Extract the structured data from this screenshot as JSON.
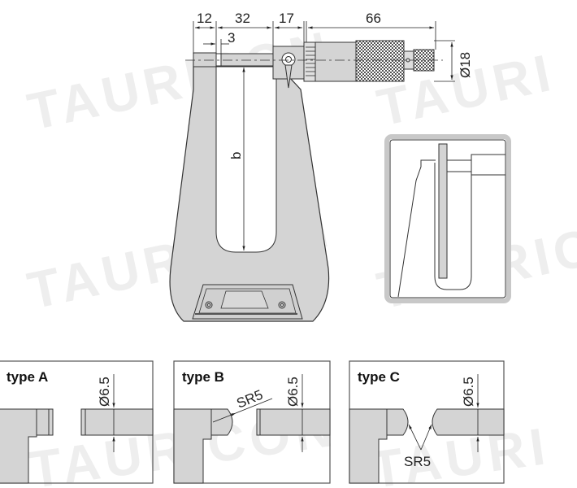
{
  "drawing": {
    "subject": "sheet metal micrometer technical drawing",
    "watermark": "TAURICON",
    "dimensions": {
      "d1": "12",
      "d2": "32",
      "d3": "17",
      "d4": "66",
      "d5": "3",
      "diameter": "Ø18",
      "throat_depth": "b"
    },
    "detail_inset": "anvil detail view"
  },
  "types": [
    {
      "label": "type A",
      "diameter": "Ø6.5",
      "radius": ""
    },
    {
      "label": "type B",
      "diameter": "Ø6.5",
      "radius": "SR5"
    },
    {
      "label": "type C",
      "diameter": "Ø6.5",
      "radius": "SR5"
    }
  ],
  "colors": {
    "body": "#d4d4d4",
    "outline": "#333333",
    "inset_border": "#c8c8c8",
    "watermark": "#eeeeee"
  }
}
